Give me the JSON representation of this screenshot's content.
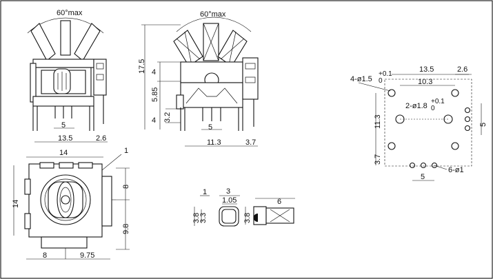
{
  "top_left_view": {
    "angle_label": "60°max",
    "dim_width": "13.5",
    "dim_pitch": "5",
    "dim_edge": "2.6"
  },
  "top_middle_view": {
    "angle_label": "60°max",
    "dim_total_height": "17.5",
    "dim_upper": "4",
    "dim_mid": "5.85",
    "dim_lower": "4",
    "dim_pin": "3.2",
    "dim_pitch": "5",
    "dim_width": "11.3",
    "dim_edge": "3.7"
  },
  "pcb_layout": {
    "dim_top_width": "13.5",
    "dim_top_edge": "2.6",
    "dim_inner_width": "10.3",
    "hole_big_label": "4-ø1.5",
    "hole_big_tol": "+0.1",
    "hole_big_tol_lower": "0",
    "hole_mid_label": "2-ø1.8",
    "hole_mid_tol": "+0.1",
    "hole_mid_tol_lower": "0",
    "dim_height": "11.3",
    "dim_right_pitch": "5",
    "dim_bottom_offset": "3.7",
    "dim_bottom_pitch": "5",
    "hole_small_label": "6-ø1"
  },
  "bottom_left_view": {
    "dim_top": "14",
    "dim_left": "14",
    "callout": "1",
    "dim_right_upper": "8",
    "dim_right_lower": "9.8",
    "dim_bottom_left": "8",
    "dim_bottom_right": "9.75"
  },
  "detail_view": {
    "callout": "1",
    "dim_width": "3",
    "dim_inner": "1.05",
    "dim_height_outer": "3.8",
    "dim_height_inner": "3.3",
    "dim_side_height": "3.8",
    "dim_length": "6"
  }
}
